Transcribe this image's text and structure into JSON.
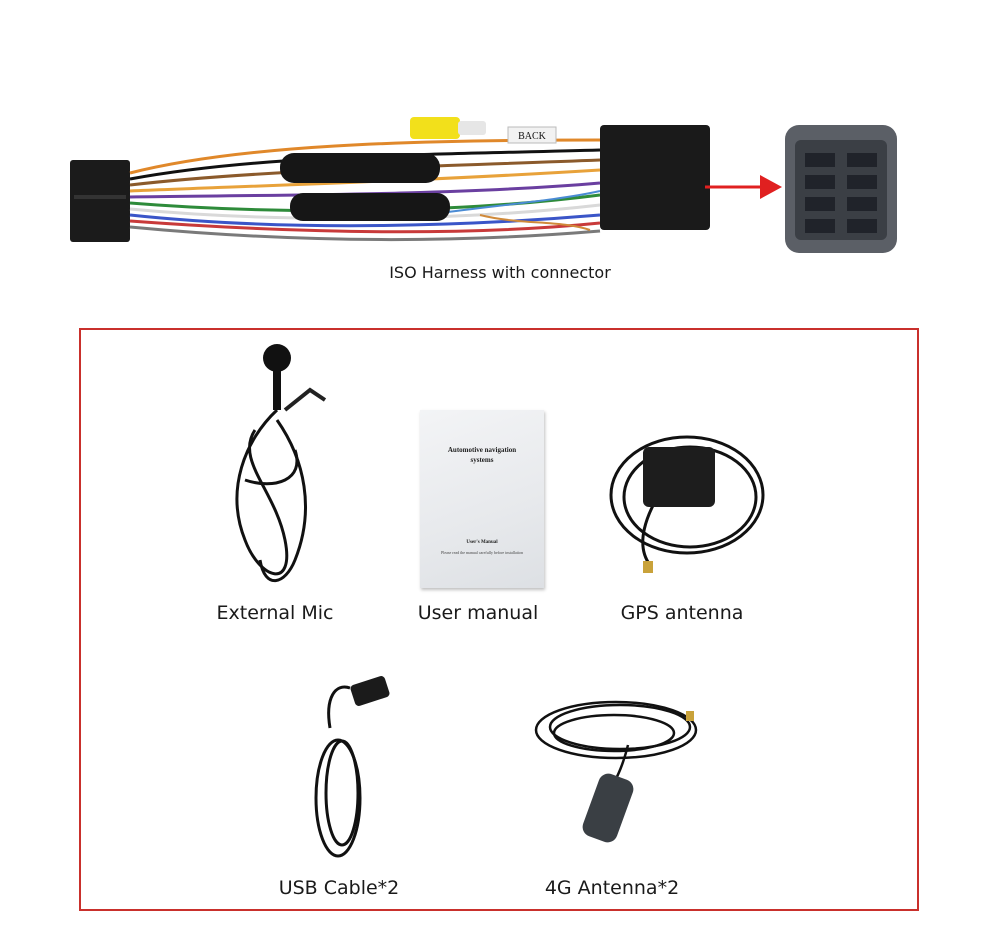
{
  "harness": {
    "caption": "ISO Harness with connector",
    "back_label": "BACK"
  },
  "accessories": [
    {
      "caption": "External Mic"
    },
    {
      "caption": "User manual"
    },
    {
      "caption": "GPS antenna"
    },
    {
      "caption": "USB Cable*2"
    },
    {
      "caption": "4G Antenna*2"
    }
  ],
  "manual": {
    "title_line1": "Automotive navigation",
    "title_line2": "systems",
    "subtitle": "User's Manual",
    "note": "Please read the manual carefully before installation"
  },
  "colors": {
    "frame_border": "#c9302c",
    "arrow": "#e02020",
    "rca_plug": "#f2e01b"
  }
}
